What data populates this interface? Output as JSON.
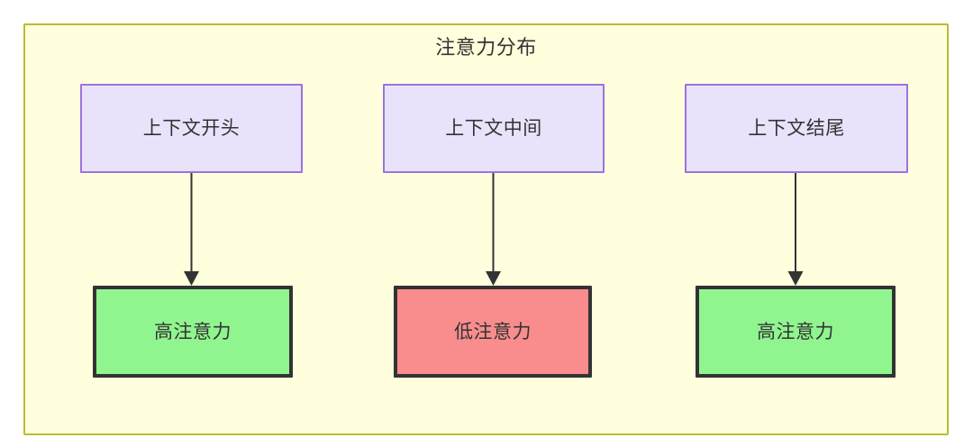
{
  "diagram": {
    "title": "注意力分布",
    "container": {
      "name": "attention-distribution-subgraph",
      "fill_color": "#ffffde",
      "border_color": "#bbbb33"
    },
    "columns": [
      {
        "id": "beginning",
        "top_node": {
          "label": "上下文开头",
          "fill_color": "#e8e3fb",
          "border_color": "#9c72e0"
        },
        "bottom_node": {
          "label": "高注意力",
          "fill_color": "#90f58f",
          "border_color": "#333333",
          "state": "high"
        },
        "edge": {
          "from": "上下文开头",
          "to": "高注意力",
          "style": "arrow-down"
        }
      },
      {
        "id": "middle",
        "top_node": {
          "label": "上下文中间",
          "fill_color": "#e8e3fb",
          "border_color": "#9c72e0"
        },
        "bottom_node": {
          "label": "低注意力",
          "fill_color": "#f98d8d",
          "border_color": "#333333",
          "state": "low"
        },
        "edge": {
          "from": "上下文中间",
          "to": "低注意力",
          "style": "arrow-down"
        }
      },
      {
        "id": "end",
        "top_node": {
          "label": "上下文结尾",
          "fill_color": "#e8e3fb",
          "border_color": "#9c72e0"
        },
        "bottom_node": {
          "label": "高注意力",
          "fill_color": "#90f58f",
          "border_color": "#333333",
          "state": "high"
        },
        "edge": {
          "from": "上下文结尾",
          "to": "高注意力",
          "style": "arrow-down"
        }
      }
    ]
  }
}
